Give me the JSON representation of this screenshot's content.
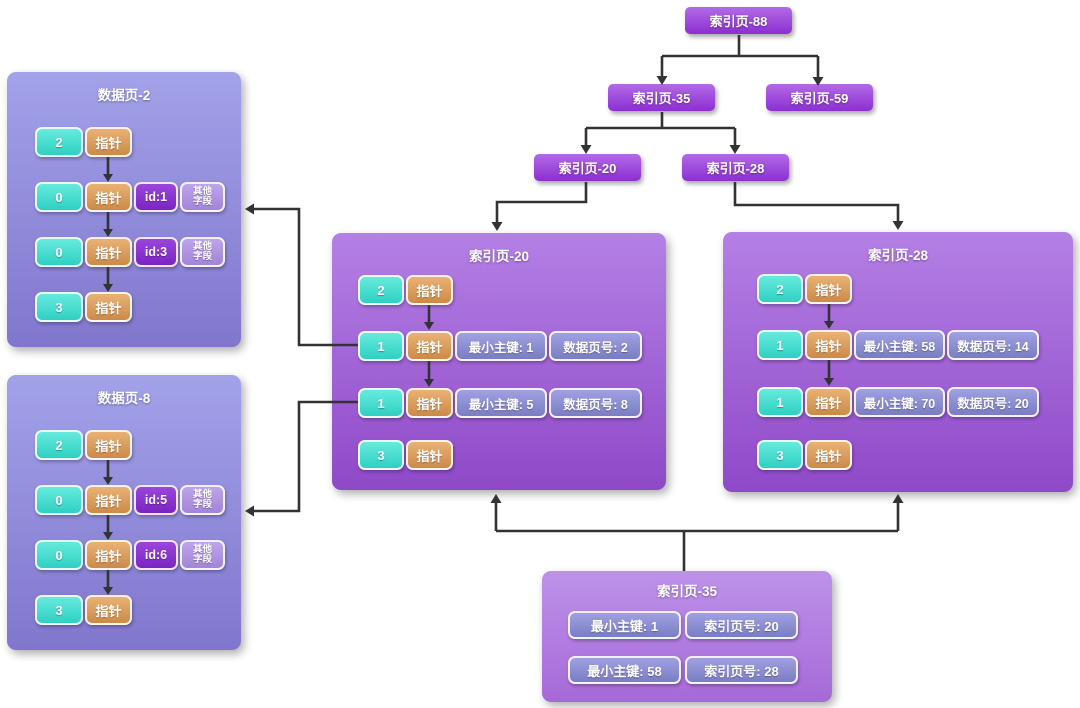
{
  "nodes": {
    "n88": {
      "label": "索引页-88"
    },
    "n35": {
      "label": "索引页-35"
    },
    "n59": {
      "label": "索引页-59"
    },
    "n20": {
      "label": "索引页-20"
    },
    "n28": {
      "label": "索引页-28"
    }
  },
  "data_page_2": {
    "title": "数据页-2",
    "rows": [
      {
        "slot": "2",
        "pointer": "指针"
      },
      {
        "slot": "0",
        "pointer": "指针",
        "record_id": "id:1",
        "other_line1": "其他",
        "other_line2": "字段"
      },
      {
        "slot": "0",
        "pointer": "指针",
        "record_id": "id:3",
        "other_line1": "其他",
        "other_line2": "字段"
      },
      {
        "slot": "3",
        "pointer": "指针"
      }
    ]
  },
  "data_page_8": {
    "title": "数据页-8",
    "rows": [
      {
        "slot": "2",
        "pointer": "指针"
      },
      {
        "slot": "0",
        "pointer": "指针",
        "record_id": "id:5",
        "other_line1": "其他",
        "other_line2": "字段"
      },
      {
        "slot": "0",
        "pointer": "指针",
        "record_id": "id:6",
        "other_line1": "其他",
        "other_line2": "字段"
      },
      {
        "slot": "3",
        "pointer": "指针"
      }
    ]
  },
  "index_page_20": {
    "title": "索引页-20",
    "rows": [
      {
        "slot": "2",
        "pointer": "指针"
      },
      {
        "slot": "1",
        "pointer": "指针",
        "min_key": "最小主键: 1",
        "page_no": "数据页号: 2"
      },
      {
        "slot": "1",
        "pointer": "指针",
        "min_key": "最小主键: 5",
        "page_no": "数据页号: 8"
      },
      {
        "slot": "3",
        "pointer": "指针"
      }
    ]
  },
  "index_page_28": {
    "title": "索引页-28",
    "rows": [
      {
        "slot": "2",
        "pointer": "指针"
      },
      {
        "slot": "1",
        "pointer": "指针",
        "min_key": "最小主键: 58",
        "page_no": "数据页号: 14"
      },
      {
        "slot": "1",
        "pointer": "指针",
        "min_key": "最小主键: 70",
        "page_no": "数据页号: 20"
      },
      {
        "slot": "3",
        "pointer": "指针"
      }
    ]
  },
  "index_page_35_detail": {
    "title": "索引页-35",
    "rows": [
      {
        "min_key": "最小主键: 1",
        "page_no": "索引页号: 20"
      },
      {
        "min_key": "最小主键: 58",
        "page_no": "索引页号: 28"
      }
    ]
  },
  "colors": {
    "node_purple": "#9b3fd9",
    "index_panel_top": "#b480e5",
    "index_panel_bottom": "#8f49c8",
    "datapage_top": "#a2a2e9",
    "datapage_bottom": "#8176cd",
    "bottom_panel_top": "#bd92ea",
    "bottom_panel_bottom": "#a669d7",
    "teal_chip": "#3ed6c8",
    "orange_chip": "#d89a5c",
    "slate_chip": "#8d8fd3",
    "id_chip": "#8a35ce",
    "lavender_chip": "#b198e0",
    "connector": "#333333"
  }
}
